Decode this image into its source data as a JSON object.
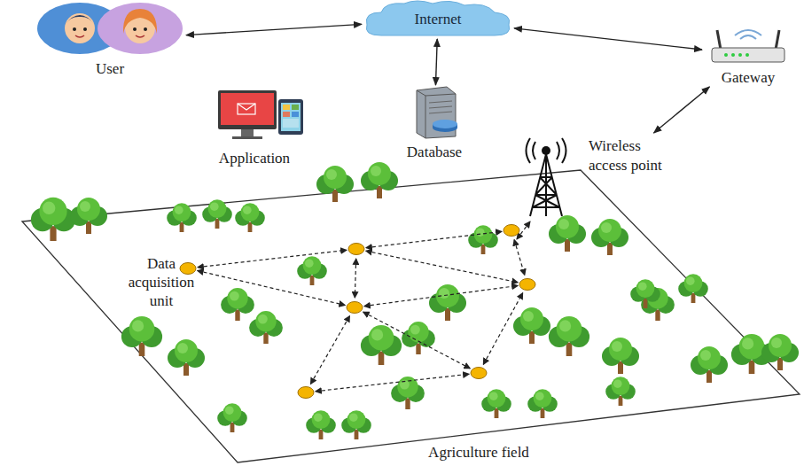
{
  "diagram": {
    "nodes": [
      {
        "text": [
          "User"
        ]
      },
      {
        "text": [
          "Internet"
        ]
      },
      {
        "text": [
          "Gateway"
        ]
      },
      {
        "text": [
          "Database"
        ]
      },
      {
        "text": [
          "Wireless access point"
        ]
      }
    ],
    "edges": [
      {
        "from": 0,
        "to": 1,
        "arrow": "both"
      },
      {
        "from": 1,
        "to": 2,
        "arrow": "both"
      },
      {
        "from": 1,
        "to": 3,
        "arrow": "both"
      },
      {
        "from": 2,
        "to": 4,
        "arrow": "both"
      }
    ],
    "labels": [
      "Application",
      "Data acquisition unit",
      "Agriculture field"
    ]
  }
}
